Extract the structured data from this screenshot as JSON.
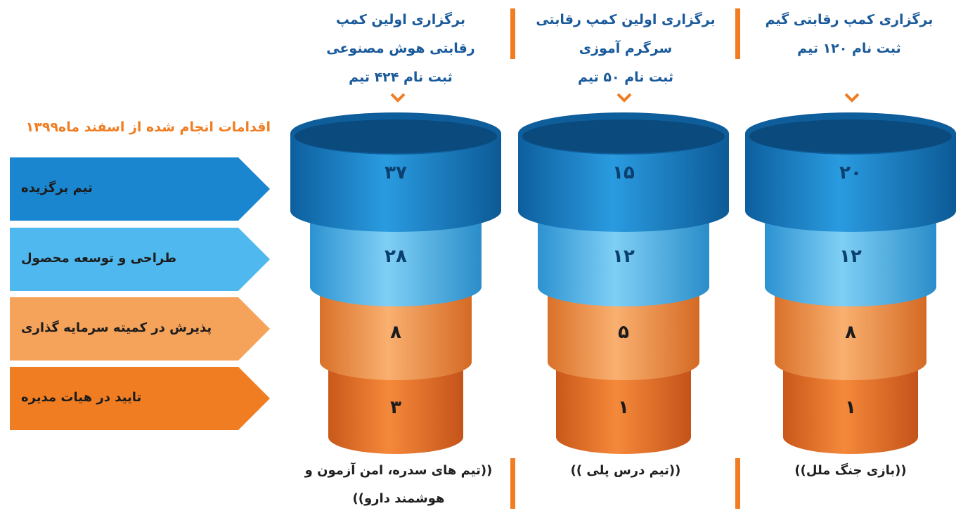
{
  "heading": "اقدامات انجام شده از اسفند ماه۱۳۹۹",
  "categories": [
    {
      "label": "تیم برگزیده",
      "color": "#1a86d0",
      "text_color": "#1c1c1c"
    },
    {
      "label": "طراحی و توسعه محصول",
      "color": "#4fb8ee",
      "text_color": "#1c1c1c"
    },
    {
      "label": "پذیرش در کمیته سرمایه گذاری",
      "color": "#f5a25a",
      "text_color": "#1c1c1c"
    },
    {
      "label": "تایید در هیات مدیره",
      "color": "#f07d22",
      "text_color": "#1c1c1c"
    }
  ],
  "columns": [
    {
      "header": [
        "برگزاری اولین کمپ",
        "رقابتی هوش مصنوعی",
        "ثبت نام ۴۲۴ تیم"
      ],
      "values": [
        "۳۷",
        "۲۸",
        "۸",
        "۳"
      ],
      "footer": [
        "((تیم های سدره، امن آزمون و",
        "هوشمند دارو))"
      ]
    },
    {
      "header": [
        "برگزاری اولین کمپ رقابتی",
        "سرگرم آموزی",
        "ثبت نام ۵۰ تیم"
      ],
      "values": [
        "۱۵",
        "۱۲",
        "۵",
        "۱"
      ],
      "footer": [
        "((تیم درس پلی ))"
      ]
    },
    {
      "header": [
        "برگزاری کمپ رقابتی گیم",
        "ثبت نام ۱۲۰ تیم"
      ],
      "values": [
        "۲۰",
        "۱۲",
        "۸",
        "۱"
      ],
      "footer": [
        "((بازی جنگ ملل))"
      ]
    }
  ],
  "colors": {
    "accent_orange": "#f07d22",
    "heading_blue": "#1a5a9a",
    "dark_blue": "#1a86d0",
    "light_blue": "#4fb8ee",
    "light_orange": "#f5a25a",
    "orange": "#f07d22"
  },
  "icons": [
    "chevron-down-icon"
  ]
}
